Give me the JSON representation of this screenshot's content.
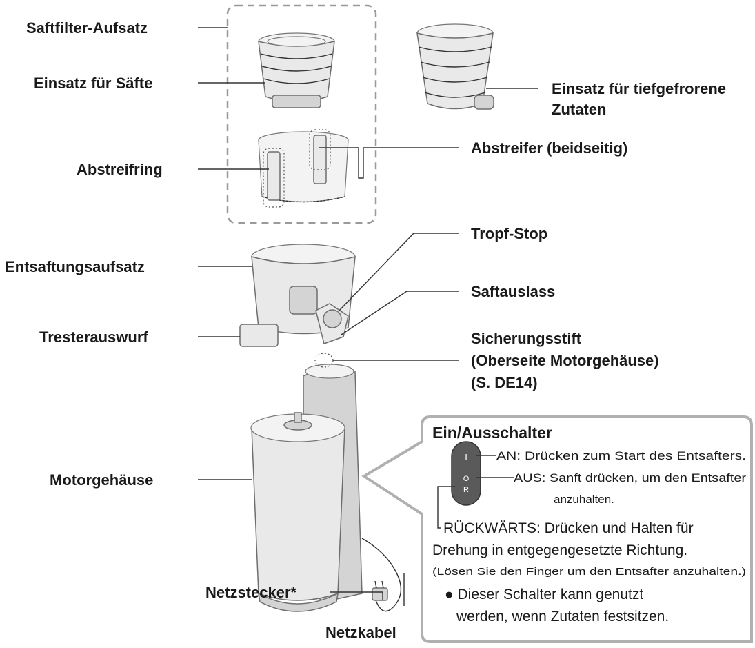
{
  "labels": {
    "saftfilter": "Saftfilter-Aufsatz",
    "einsatz_saefte": "Einsatz für Säfte",
    "einsatz_tiefgefroren_1": "Einsatz für tiefgefrorene",
    "einsatz_tiefgefroren_2": "Zutaten",
    "abstreifer": "Abstreifer (beidseitig)",
    "abstreifring": "Abstreifring",
    "tropf_stop": "Tropf-Stop",
    "entsaftungsaufsatz": "Entsaftungsaufsatz",
    "saftauslass": "Saftauslass",
    "tresterauswurf": "Tresterauswurf",
    "sicherungsstift_1": "Sicherungsstift",
    "sicherungsstift_2": "(Oberseite Motorgehäuse)",
    "sicherungsstift_3": "(S. DE14)",
    "motorgehaeuse": "Motorgehäuse",
    "netzstecker": "Netzstecker*",
    "netzkabel": "Netzkabel"
  },
  "switch_box": {
    "title": "Ein/Ausschalter",
    "symbol_on": "I",
    "symbol_off": "O",
    "symbol_reverse": "R",
    "an_text": "AN: Drücken zum Start des Entsafters.",
    "aus_text_1": "AUS:  Sanft drücken, um den Entsafter",
    "aus_text_2": "anzuhalten.",
    "rueck_text_1": "RÜCKWÄRTS: Drücken und Halten für",
    "rueck_text_2": "Drehung in entgegengesetzte Richtung.",
    "note": "(Lösen Sie den Finger um den Entsafter anzuhalten.)",
    "bullet_1": "● Dieser Schalter kann genutzt",
    "bullet_2": "werden, wenn Zutaten festsitzen."
  }
}
